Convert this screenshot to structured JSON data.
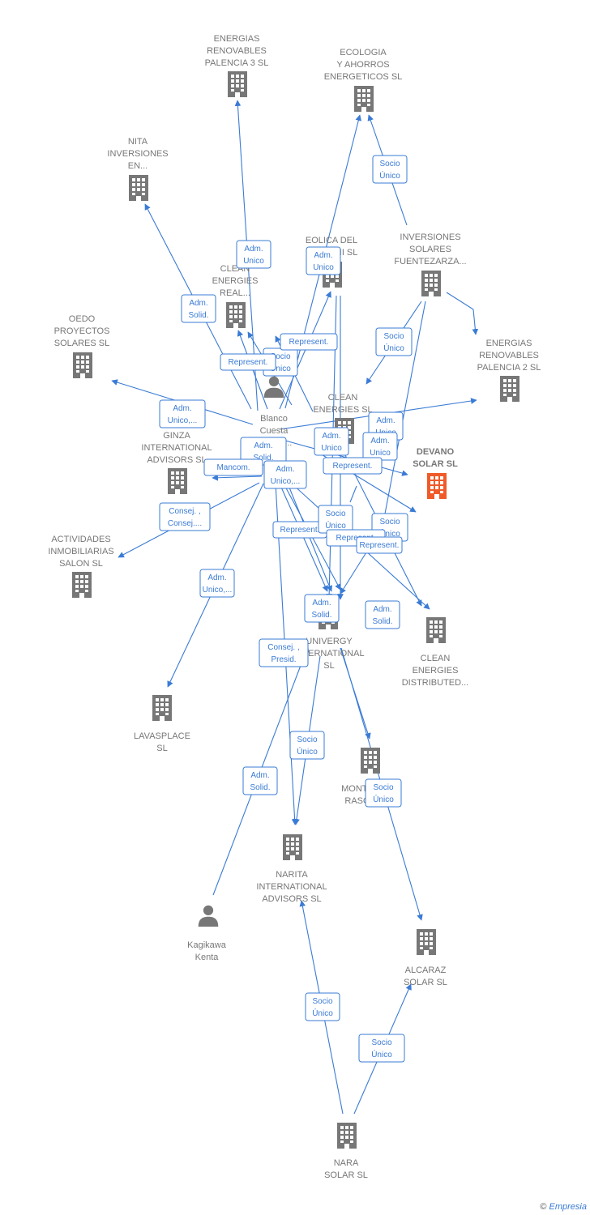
{
  "colors": {
    "edge": "#3a7bd5",
    "company": "#777777",
    "highlight": "#f05a28",
    "text": "#777777"
  },
  "nodes": [
    {
      "id": "erp3",
      "lines": [
        "ENERGIAS",
        "RENOVABLES",
        "PALENCIA 3 SL"
      ],
      "type": "company",
      "icon": "building-icon"
    },
    {
      "id": "ecol",
      "lines": [
        "ECOLOGIA",
        "Y AHORROS",
        "ENERGETICOS SL"
      ],
      "type": "company",
      "icon": "building-icon"
    },
    {
      "id": "nita",
      "lines": [
        "NITA",
        "INVERSIONES",
        "EN..."
      ],
      "type": "company",
      "icon": "building-icon"
    },
    {
      "id": "eolica",
      "lines": [
        "EOLICA DEL",
        "PRADO II SL"
      ],
      "type": "company",
      "icon": "building-icon"
    },
    {
      "id": "isf",
      "lines": [
        "INVERSIONES",
        "SOLARES",
        "FUENTEZARZA..."
      ],
      "type": "company",
      "icon": "building-icon"
    },
    {
      "id": "cer",
      "lines": [
        "CLEAN",
        "ENERGIES",
        "REAL..."
      ],
      "type": "company",
      "icon": "building-icon"
    },
    {
      "id": "oedo",
      "lines": [
        "OEDO",
        "PROYECTOS",
        "SOLARES  SL"
      ],
      "type": "company",
      "icon": "building-icon"
    },
    {
      "id": "erp2",
      "lines": [
        "ENERGIAS",
        "RENOVABLES",
        "PALENCIA 2 SL"
      ],
      "type": "company",
      "icon": "building-icon"
    },
    {
      "id": "ces",
      "lines": [
        "CLEAN",
        "ENERGIES SL"
      ],
      "type": "company",
      "icon": "building-icon"
    },
    {
      "id": "blanco",
      "lines": [
        "Blanco",
        "Cuesta",
        "Ignacio..."
      ],
      "type": "person",
      "icon": "person-icon"
    },
    {
      "id": "ginza",
      "lines": [
        "GINZA",
        "INTERNATIONAL",
        "ADVISORS  SL"
      ],
      "type": "company",
      "icon": "building-icon"
    },
    {
      "id": "devano",
      "lines": [
        "DEVANO",
        "SOLAR  SL"
      ],
      "type": "company",
      "icon": "building-icon",
      "highlight": true
    },
    {
      "id": "actividades",
      "lines": [
        "ACTIVIDADES",
        "INMOBILIARIAS",
        "SALON SL"
      ],
      "type": "company",
      "icon": "building-icon"
    },
    {
      "id": "univergy",
      "lines": [
        "UNIVERGY",
        "INTERNATIONAL",
        "SL"
      ],
      "type": "company",
      "icon": "building-icon"
    },
    {
      "id": "ced",
      "lines": [
        "CLEAN",
        "ENERGIES",
        "DISTRIBUTED..."
      ],
      "type": "company",
      "icon": "building-icon"
    },
    {
      "id": "lavasplace",
      "lines": [
        "LAVASPLACE",
        "SL"
      ],
      "type": "company",
      "icon": "building-icon"
    },
    {
      "id": "monte",
      "lines": [
        "MONTE",
        "RASO"
      ],
      "type": "company",
      "icon": "building-icon"
    },
    {
      "id": "narita",
      "lines": [
        "NARITA",
        "INTERNATIONAL",
        "ADVISORS  SL"
      ],
      "type": "company",
      "icon": "building-icon"
    },
    {
      "id": "kagikawa",
      "lines": [
        "Kagikawa",
        "Kenta"
      ],
      "type": "person",
      "icon": "person-icon"
    },
    {
      "id": "alcaraz",
      "lines": [
        "ALCARAZ",
        "SOLAR SL"
      ],
      "type": "company",
      "icon": "building-icon"
    },
    {
      "id": "nara",
      "lines": [
        "NARA",
        "SOLAR  SL"
      ],
      "type": "company",
      "icon": "building-icon"
    }
  ],
  "relations": [
    {
      "lines": [
        "Adm.",
        "Unico"
      ]
    },
    {
      "lines": [
        "Socio",
        "Único"
      ]
    },
    {
      "lines": [
        "Adm.",
        "Unico"
      ]
    },
    {
      "lines": [
        "Adm.",
        "Solid."
      ]
    },
    {
      "lines": [
        "Socio",
        "Único"
      ]
    },
    {
      "lines": [
        "Represent."
      ]
    },
    {
      "lines": [
        "Socio",
        "Único"
      ]
    },
    {
      "lines": [
        "Represent."
      ]
    },
    {
      "lines": [
        "Adm.",
        "Unico"
      ]
    },
    {
      "lines": [
        "Adm.",
        "Unico,..."
      ]
    },
    {
      "lines": [
        "Adm.",
        "Unico"
      ]
    },
    {
      "lines": [
        "Adm.",
        "Unico"
      ]
    },
    {
      "lines": [
        "Adm.",
        "Solid."
      ]
    },
    {
      "lines": [
        "Adm.",
        "Unico,..."
      ]
    },
    {
      "lines": [
        "Mancom."
      ]
    },
    {
      "lines": [
        "Represent."
      ]
    },
    {
      "lines": [
        "Represent."
      ]
    },
    {
      "lines": [
        "Consej. ,",
        "Consej...."
      ]
    },
    {
      "lines": [
        "Socio",
        "Único"
      ]
    },
    {
      "lines": [
        "Socio",
        "Único"
      ]
    },
    {
      "lines": [
        "Represent."
      ]
    },
    {
      "lines": [
        "Represent."
      ]
    },
    {
      "lines": [
        "Adm.",
        "Unico,..."
      ]
    },
    {
      "lines": [
        "Adm.",
        "Solid."
      ]
    },
    {
      "lines": [
        "Adm.",
        "Solid."
      ]
    },
    {
      "lines": [
        "Socio",
        "Único"
      ]
    },
    {
      "lines": [
        "Consej. ,",
        "Presid."
      ]
    },
    {
      "lines": [
        "Socio",
        "Único"
      ]
    },
    {
      "lines": [
        "Adm.",
        "Solid."
      ]
    },
    {
      "lines": [
        "Socio",
        "Único"
      ]
    },
    {
      "lines": [
        "Socio",
        "Único"
      ]
    },
    {
      "lines": [
        "Adm.",
        "Unico,..."
      ]
    }
  ],
  "footer": {
    "copyright": "©",
    "brand": "Empresia"
  }
}
